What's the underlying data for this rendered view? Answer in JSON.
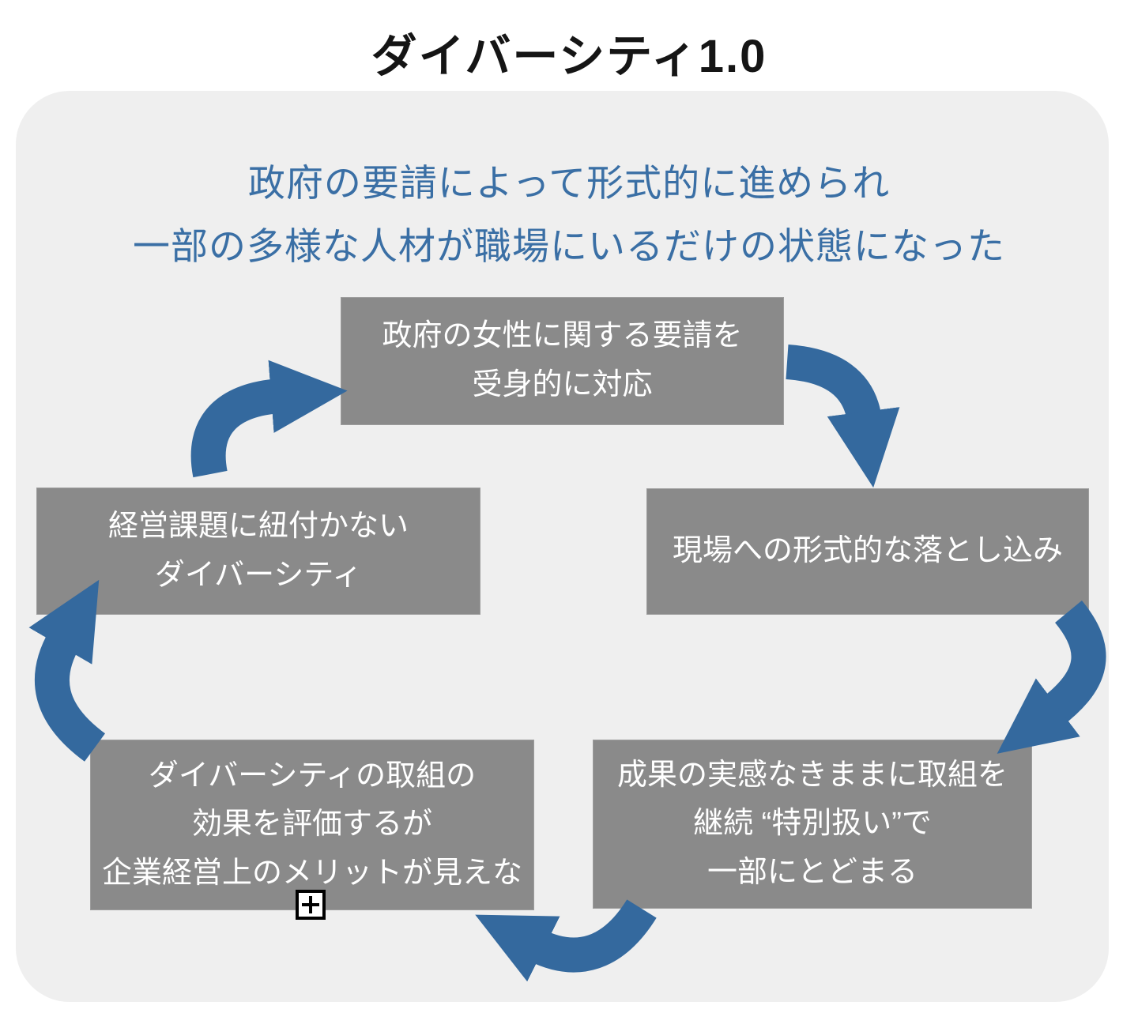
{
  "title": "ダイバーシティ1.0",
  "panel": {
    "subtitle": [
      "政府の要請によって形式的に進められ",
      "一部の多様な人材が職場にいるだけの状態になった"
    ]
  },
  "cycle": {
    "top": {
      "lines": [
        "政府の女性に関する要請を",
        "受身的に対応"
      ]
    },
    "right": {
      "lines": [
        "現場への形式的な落とし込み"
      ]
    },
    "bottom_right": {
      "lines": [
        "成果の実感なきままに取組を",
        "継続 “特別扱い”で",
        "一部にとどまる"
      ]
    },
    "bottom_left": {
      "lines": [
        "ダイバーシティの取組の",
        "効果を評価するが",
        "企業経営上のメリットが見えな"
      ]
    },
    "left": {
      "lines": [
        "経営課題に紐付かない",
        "ダイバーシティ"
      ]
    }
  },
  "colors": {
    "arrow_blue": "#34699E",
    "subtitle_blue": "#3A6FA5",
    "box_gray": "#8A8A8A",
    "box_text": "#FFFFFF",
    "panel_background": "#EFEFEF",
    "title_text": "#151515"
  },
  "icons": {
    "zoom_cursor": "plus-square"
  }
}
